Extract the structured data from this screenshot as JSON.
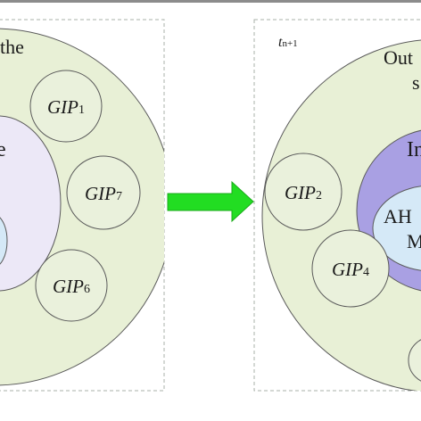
{
  "left_panel": {
    "label_the": "the",
    "label_e": "e",
    "gip_a": {
      "main": "GIP",
      "sub": "1"
    },
    "gip_b": {
      "main": "GIP",
      "sub": "7"
    },
    "gip_c": {
      "main": "GIP",
      "sub": "6"
    }
  },
  "right_panel": {
    "time_label": {
      "main": "t",
      "sub": "n+1"
    },
    "outer_label_line1": "Out",
    "outer_label_line2": "s",
    "inner_label": "In",
    "core_label_line1": "AH",
    "core_label_line2": "M",
    "gip_a": {
      "main": "GIP",
      "sub": "2"
    },
    "gip_b": {
      "main": "GIP",
      "sub": "4"
    }
  },
  "colors": {
    "outer_circle": "#e8f0d6",
    "gip_circle": "#eaf1dc",
    "left_inner": "#ece8f7",
    "right_inner": "#a9a0e3",
    "core": "#d5e9f7",
    "arrow": "#22dd22",
    "panel_border": "#a8b0a8"
  }
}
